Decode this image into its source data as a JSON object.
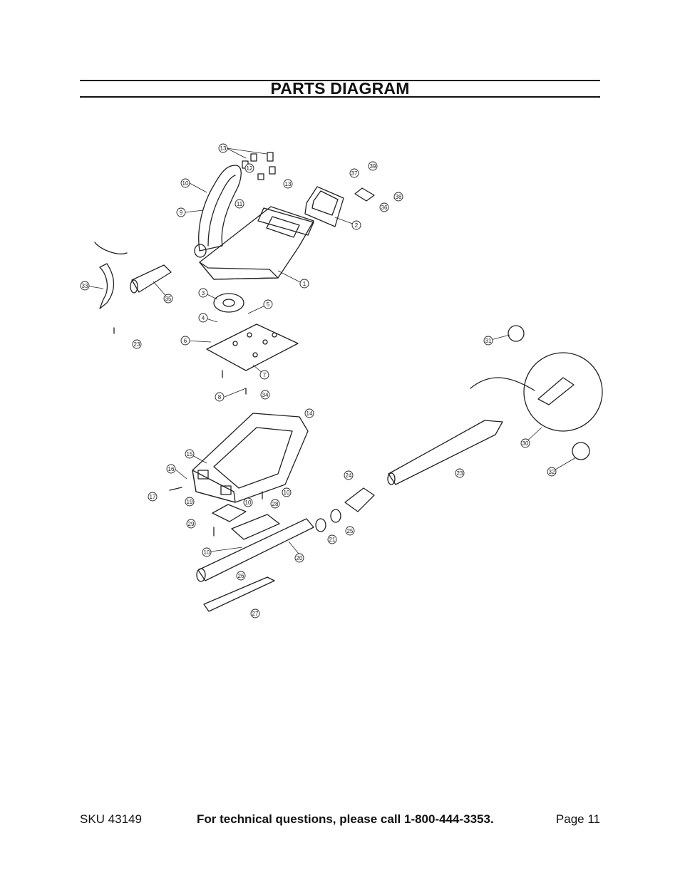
{
  "header": {
    "title": "PARTS DIAGRAM"
  },
  "diagram": {
    "callouts": [
      "1",
      "2",
      "3",
      "4",
      "5",
      "6",
      "7",
      "8",
      "9",
      "10",
      "11",
      "12",
      "13",
      "14",
      "15",
      "16",
      "17",
      "19",
      "20",
      "21",
      "23",
      "24",
      "25",
      "26",
      "27",
      "28",
      "29",
      "30",
      "31",
      "32",
      "33",
      "34",
      "35",
      "36",
      "37",
      "38",
      "39"
    ]
  },
  "footer": {
    "sku": "SKU 43149",
    "tech": "For technical questions, please call 1-800-444-3353.",
    "page": "Page 11"
  }
}
